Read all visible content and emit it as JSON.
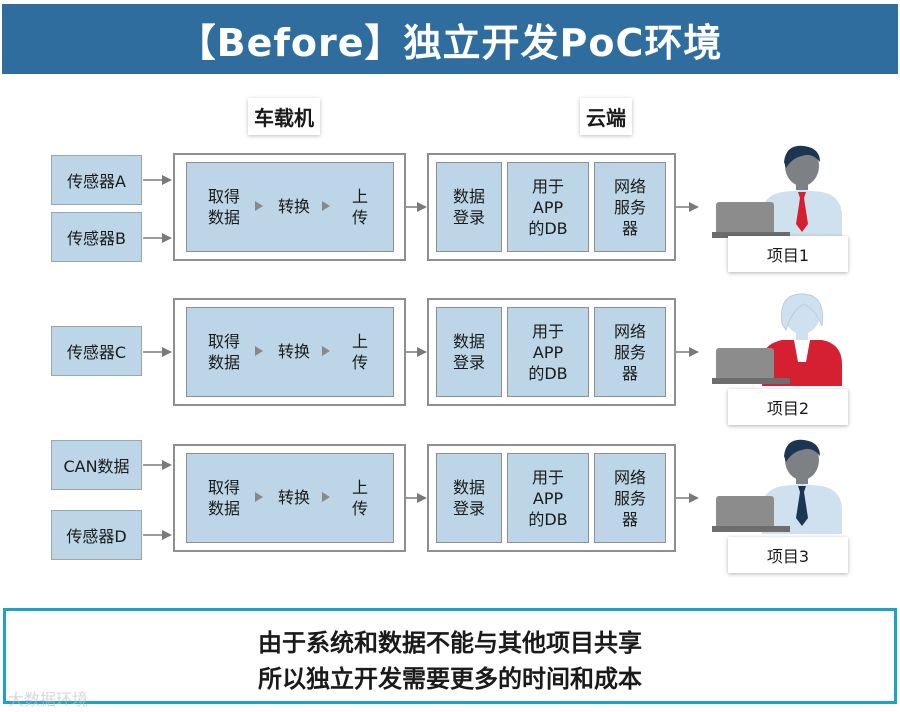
{
  "title": "【Before】独立开发PoC环境",
  "headers": {
    "vehicle": "车载机",
    "cloud": "云端"
  },
  "vehicle_steps": {
    "acquire_1": "取得",
    "acquire_2": "数据",
    "convert": "转换",
    "upload_1": "上",
    "upload_2": "传"
  },
  "cloud_cells": {
    "register_1": "数据",
    "register_2": "登录",
    "db_1": "用于",
    "db_2": "APP",
    "db_3": "的DB",
    "server_1": "网络",
    "server_2": "服务",
    "server_3": "器"
  },
  "sources": [
    "传感器A",
    "传感器B",
    "传感器C",
    "CAN数据",
    "传感器D"
  ],
  "projects": [
    "项目1",
    "项目2",
    "项目3"
  ],
  "footer": {
    "line1": "由于系统和数据不能与其他项目共享",
    "line2": "所以独立开发需要更多的时间和成本"
  },
  "watermark": "大数据环境",
  "colors": {
    "title_bg": "#2f6d9f",
    "box_fill": "#bcd6e8",
    "footer_border": "#1da2c9",
    "tie_red": "#d42030",
    "tie_dark": "#1c3550"
  },
  "icons": [
    "person-male-icon",
    "person-female-icon",
    "laptop-icon"
  ]
}
